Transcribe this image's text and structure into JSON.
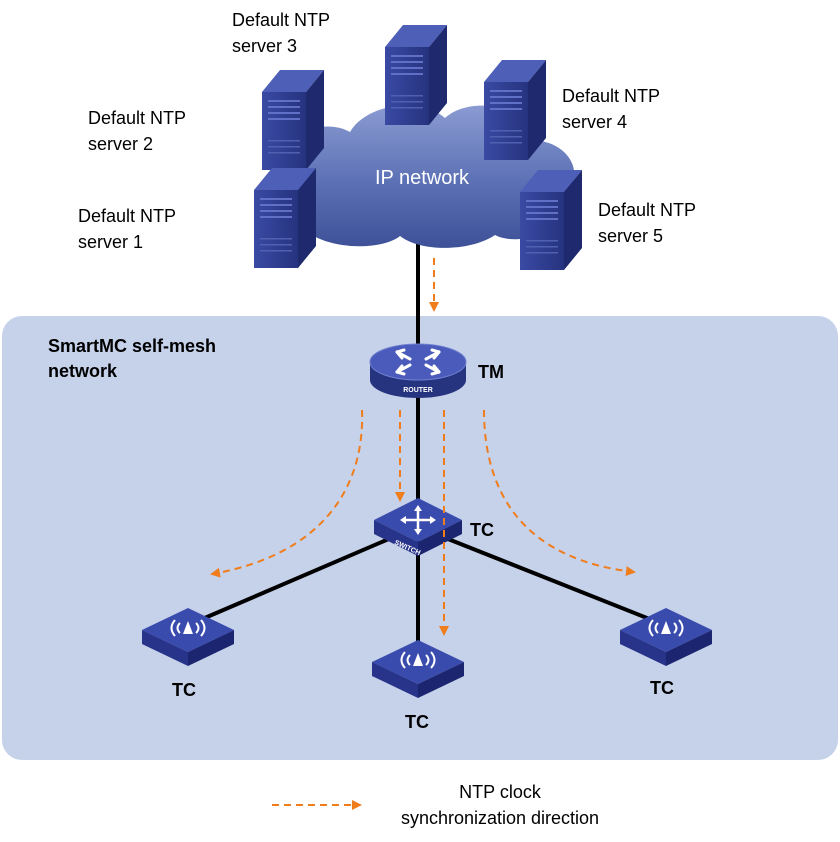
{
  "cloud": {
    "label": "IP network"
  },
  "servers": [
    {
      "line1": "Default NTP",
      "line2": "server 1"
    },
    {
      "line1": "Default NTP",
      "line2": "server 2"
    },
    {
      "line1": "Default NTP",
      "line2": "server 3"
    },
    {
      "line1": "Default NTP",
      "line2": "server 4"
    },
    {
      "line1": "Default NTP",
      "line2": "server 5"
    }
  ],
  "mesh": {
    "line1": "SmartMC self-mesh",
    "line2": "network"
  },
  "router": {
    "label": "TM",
    "device_text": "ROUTER"
  },
  "switch": {
    "label": "TC",
    "device_text": "SWITCH"
  },
  "aps": [
    {
      "label": "TC"
    },
    {
      "label": "TC"
    },
    {
      "label": "TC"
    }
  ],
  "legend": {
    "line1": "NTP clock",
    "line2": "synchronization direction"
  },
  "colors": {
    "mesh_bg": "#c6d1ea",
    "cloud": "#5b70b4",
    "device": "#2f3e93",
    "arrow": "#f07d1c"
  }
}
